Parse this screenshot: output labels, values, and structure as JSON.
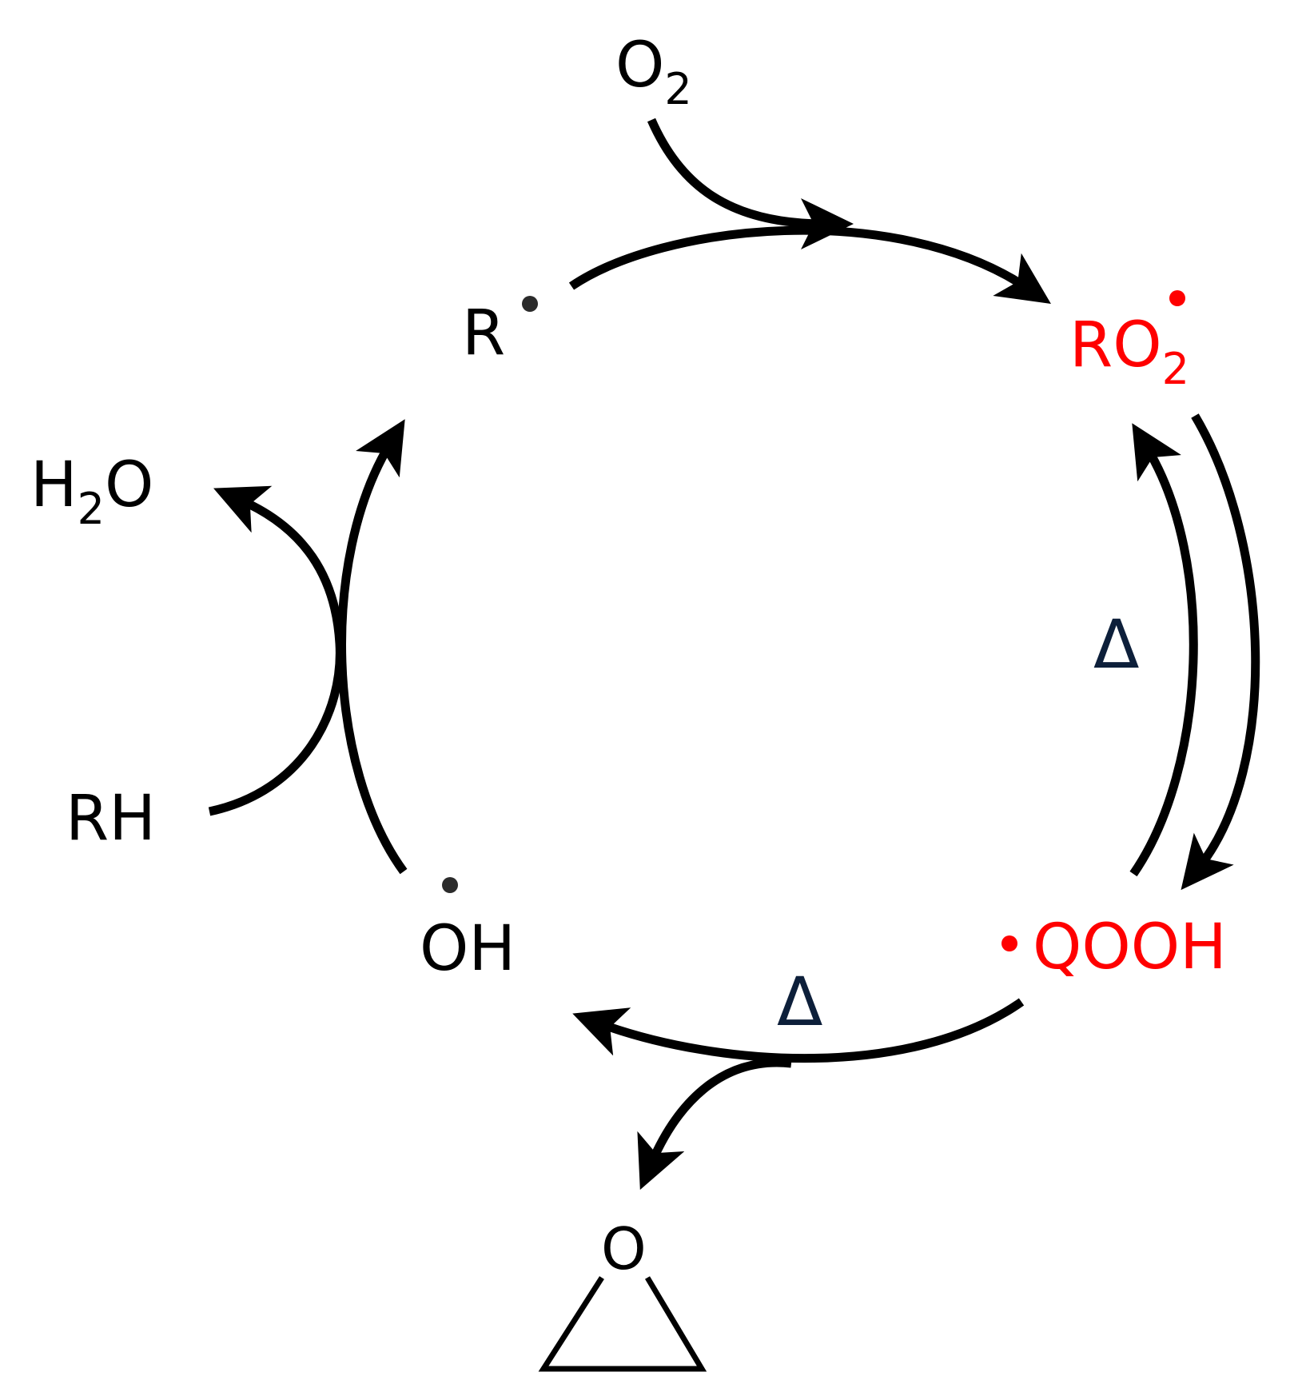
{
  "diagram": {
    "o2": {
      "main": "O",
      "sub": "2"
    },
    "r_radical": {
      "text": "R"
    },
    "ro2_radical": {
      "main": "RO",
      "sub": "2"
    },
    "h2o": {
      "pre": "H",
      "sub": "2",
      "post": "O"
    },
    "rh": {
      "text": "RH"
    },
    "oh_radical": {
      "text": "OH"
    },
    "qooh_radical": {
      "text": "QOOH"
    },
    "delta_right": {
      "text": "Δ"
    },
    "delta_bottom": {
      "text": "Δ"
    },
    "epoxide": {
      "atom": "O"
    }
  },
  "colors": {
    "black": "#000000",
    "radical_dot": "#2b2b2b",
    "highlight_red": "#ff0000",
    "delta_navy": "#0d1f3a"
  }
}
